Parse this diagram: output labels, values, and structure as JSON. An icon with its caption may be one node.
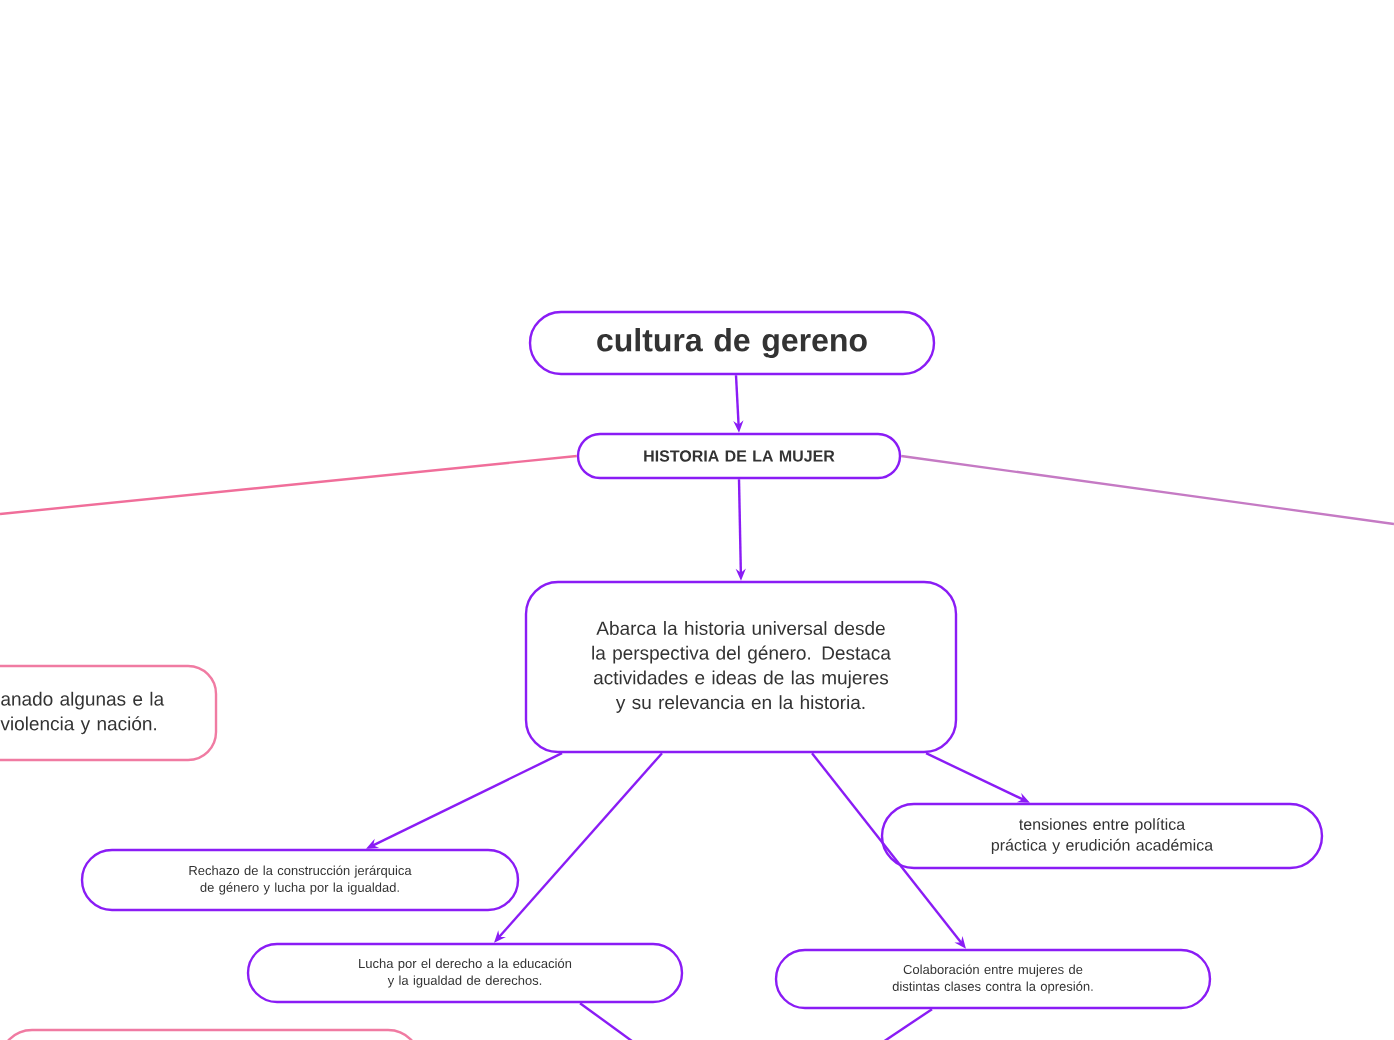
{
  "diagram": {
    "nodes": [
      {
        "text": [
          "cultura de gereno"
        ]
      },
      {
        "text": [
          "HISTORIA DE LA MUJER"
        ]
      },
      {
        "text": [
          "Abarca la historia universal desde la perspectiva del género. Destaca actividades e ideas de las mujeres y su relevancia en la historia."
        ]
      },
      {
        "text": [
          "anado algunas e la violencia y nación."
        ]
      },
      {
        "text": [
          "tensiones entre política práctica y erudición académica"
        ]
      },
      {
        "text": [
          "Rechazo de la construcción jerárquica de género y lucha por la igualdad."
        ]
      },
      {
        "text": [
          "Lucha por el derecho a la educación y la igualdad de derechos."
        ]
      },
      {
        "text": [
          "Colaboración entre mujeres de distintas clases contra la opresión."
        ]
      },
      {
        "text": [],
        "shape": "box"
      }
    ],
    "edges": [
      {
        "from": 0,
        "to": 1,
        "arrow": "to"
      },
      {
        "from": 1,
        "to": 2,
        "arrow": "to"
      },
      {
        "from": 1,
        "to": null,
        "arrow": "none",
        "color": "#f06e9a"
      },
      {
        "from": 1,
        "to": null,
        "arrow": "none",
        "color": "#c57ac4"
      },
      {
        "from": 2,
        "to": 4,
        "arrow": "to"
      },
      {
        "from": 2,
        "to": 5,
        "arrow": "to"
      },
      {
        "from": 2,
        "to": 6,
        "arrow": "to"
      },
      {
        "from": 2,
        "to": 7,
        "arrow": "to"
      },
      {
        "from": 6,
        "to": null,
        "arrow": "none"
      },
      {
        "from": 7,
        "to": null,
        "arrow": "none"
      }
    ]
  }
}
